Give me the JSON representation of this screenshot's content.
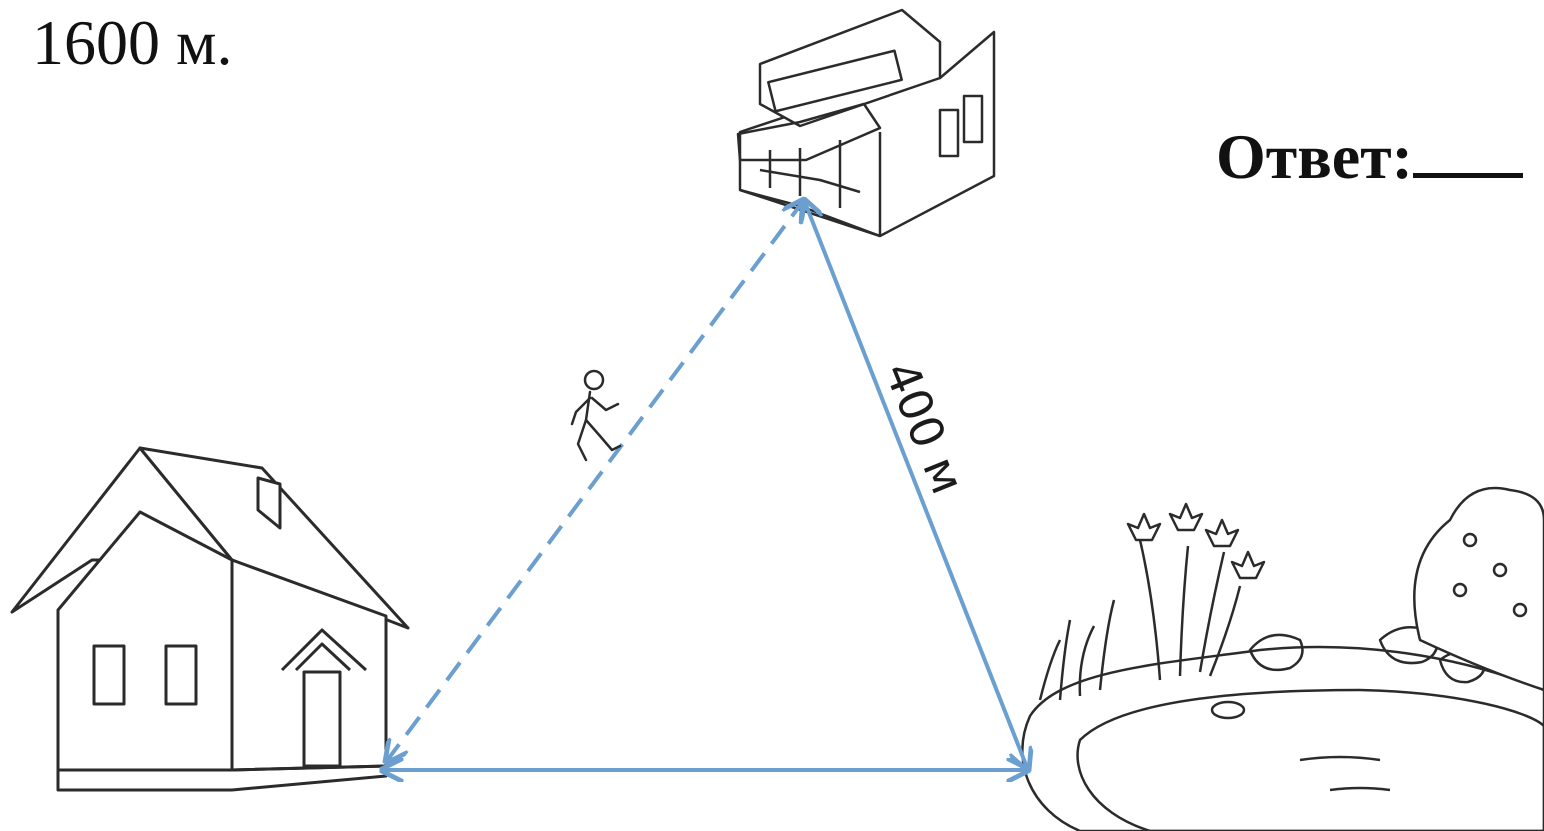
{
  "header": {
    "distance_text": "1600 м."
  },
  "answer": {
    "label": "Ответ:"
  },
  "diagram": {
    "edge_shop_pond_label": "400 м",
    "colors": {
      "arrow": "#6a9fd0",
      "line_art": "#2b2b2b"
    },
    "icons": [
      "house-icon",
      "shop-icon",
      "pond-icon",
      "walking-person-icon"
    ]
  }
}
